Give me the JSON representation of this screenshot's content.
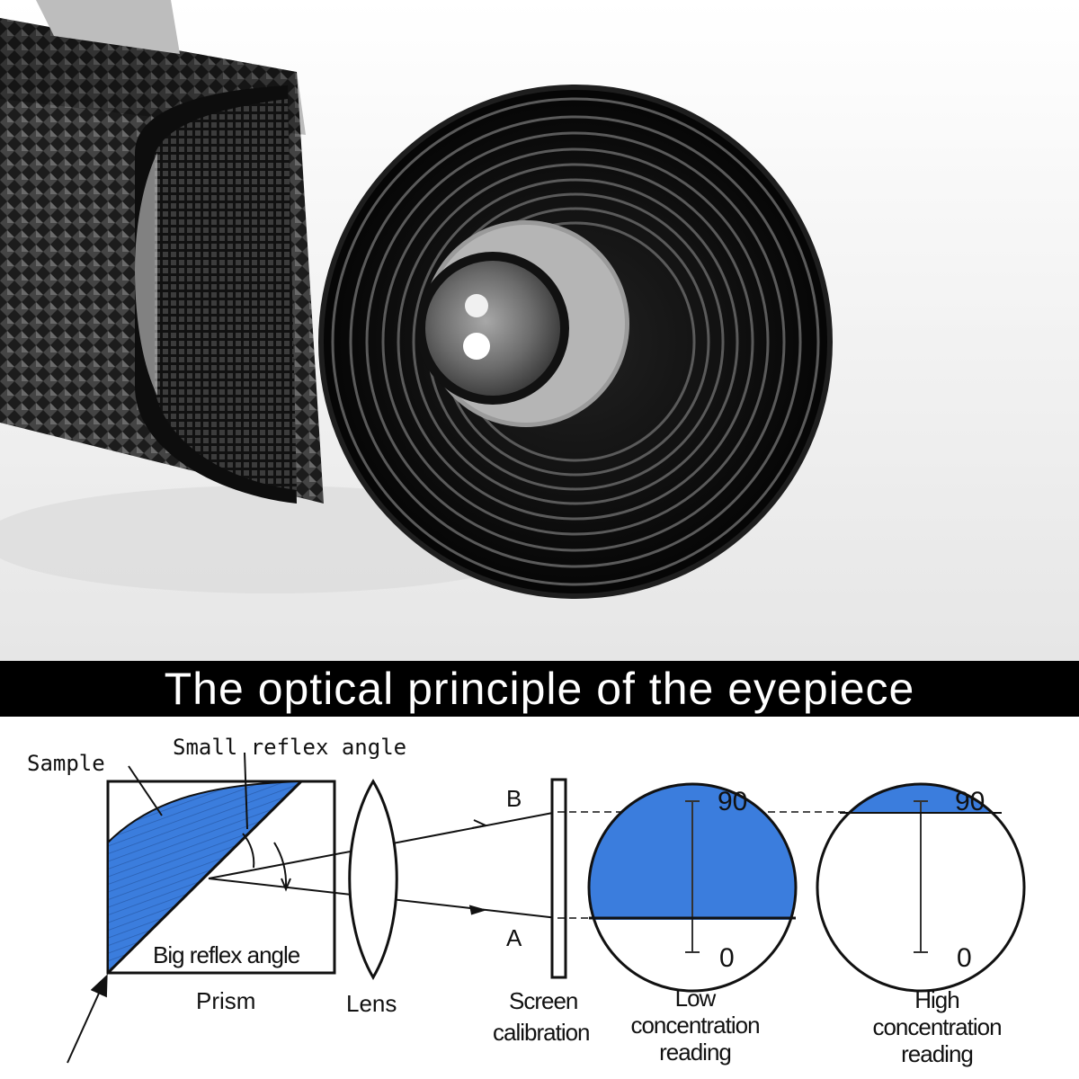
{
  "banner": {
    "title": "The optical principle of the eyepiece"
  },
  "photo": {
    "subject-icon": "refractometer-eyepiece-icon"
  },
  "diagram": {
    "labels": {
      "sample": "Sample",
      "small_reflex": "Small reflex angle",
      "big_reflex": "Big reflex angle",
      "prism": "Prism",
      "lens": "Lens",
      "point_b": "B",
      "point_a": "A",
      "screen_line1": "Screen",
      "screen_line2": "calibration"
    },
    "readings": [
      {
        "top_value": "90",
        "bottom_value": "0",
        "line1": "Low",
        "line2": "concentration",
        "line3": "reading",
        "fill_fraction": 0.62
      },
      {
        "top_value": "90",
        "bottom_value": "0",
        "line1": "High",
        "line2": "concentration",
        "line3": "reading",
        "fill_fraction": 0.1
      }
    ],
    "colors": {
      "sample_blue": "#3b7ddd",
      "line": "#111111"
    }
  }
}
